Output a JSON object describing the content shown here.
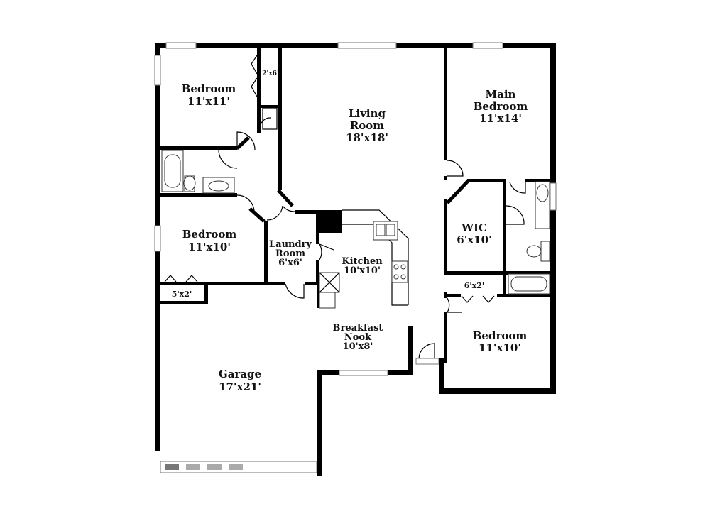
{
  "rooms": {
    "bedroom_nw": {
      "name": "Bedroom",
      "size": "11'x11'"
    },
    "closet_nw": {
      "size": "2'x6'"
    },
    "living_room": {
      "name_line1": "Living",
      "name_line2": "Room",
      "size": "18'x18'"
    },
    "main_bedroom": {
      "name_line1": "Main",
      "name_line2": "Bedroom",
      "size": "11'x14'"
    },
    "bedroom_w": {
      "name": "Bedroom",
      "size": "11'x10'"
    },
    "closet_w": {
      "size": "5'x2'"
    },
    "laundry_room": {
      "name_line1": "Laundry",
      "name_line2": "Room",
      "size": "6'x6'"
    },
    "kitchen": {
      "name": "Kitchen",
      "size": "10'x10'"
    },
    "wic": {
      "name": "WIC",
      "size": "6'x10'"
    },
    "closet_e": {
      "size": "6'x2'"
    },
    "breakfast_nook": {
      "name_line1": "Breakfast",
      "name_line2": "Nook",
      "size": "10'x8'"
    },
    "bedroom_se": {
      "name": "Bedroom",
      "size": "11'x10'"
    },
    "garage": {
      "name": "Garage",
      "size": "17'x21'"
    }
  }
}
